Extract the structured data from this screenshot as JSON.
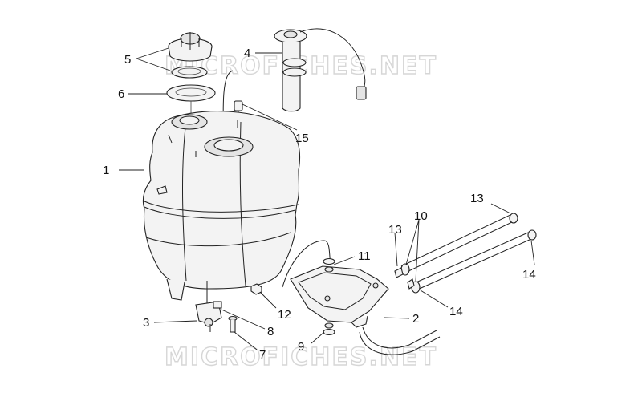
{
  "watermarks": [
    "MICROFICHES.NET",
    "MICROFICHES.NET"
  ],
  "callouts": [
    {
      "id": "1",
      "text": "1"
    },
    {
      "id": "2",
      "text": "2"
    },
    {
      "id": "3",
      "text": "3"
    },
    {
      "id": "4",
      "text": "4"
    },
    {
      "id": "5",
      "text": "5"
    },
    {
      "id": "6",
      "text": "6"
    },
    {
      "id": "7",
      "text": "7"
    },
    {
      "id": "8",
      "text": "8"
    },
    {
      "id": "9",
      "text": "9"
    },
    {
      "id": "10",
      "text": "10"
    },
    {
      "id": "11",
      "text": "11"
    },
    {
      "id": "12",
      "text": "12"
    },
    {
      "id": "13a",
      "text": "13"
    },
    {
      "id": "13b",
      "text": "13"
    },
    {
      "id": "14a",
      "text": "14"
    },
    {
      "id": "14b",
      "text": "14"
    },
    {
      "id": "15",
      "text": "15"
    }
  ]
}
